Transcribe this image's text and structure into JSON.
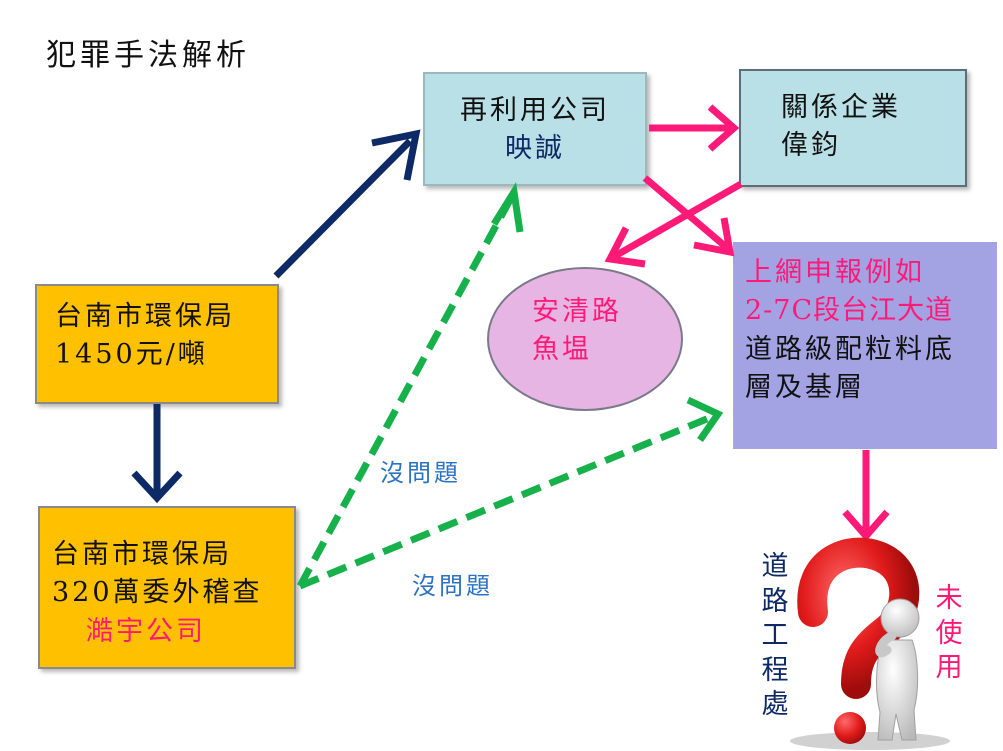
{
  "title": "犯罪手法解析",
  "colors": {
    "navy": "#0d2a66",
    "pink": "#ff1a78",
    "green": "#17b14b",
    "orange": "#ffc000",
    "light_blue": "#b9e0e6",
    "lavender": "#a3a3e3",
    "ellipse_fill": "#e7b5e3",
    "label_blue": "#2a73c2",
    "question_red": "#e11b1b"
  },
  "nodes": {
    "epa_fee": {
      "line1": "台南市環保局",
      "line2": "1450元/噸"
    },
    "epa_audit": {
      "line1": "台南市環保局",
      "line2": "320萬委外稽查",
      "line3": "澔宇公司"
    },
    "reuse_company": {
      "line1": "再利用公司",
      "line2": "映誠"
    },
    "related_company": {
      "line1": "關係企業",
      "line2": "偉鈞"
    },
    "fish_pond": {
      "line1": "安清路",
      "line2": "魚塭"
    },
    "report": {
      "line1": "上網申報例如",
      "line2": "2-7C段台江大道",
      "line3": "道路級配粒料底",
      "line4": "層及基層"
    }
  },
  "labels": {
    "no_problem_1": "沒問題",
    "no_problem_2": "沒問題",
    "road_dept": "道路工程處",
    "unused": "未使用"
  },
  "icons": {
    "question": "question-mark-figure-icon"
  }
}
